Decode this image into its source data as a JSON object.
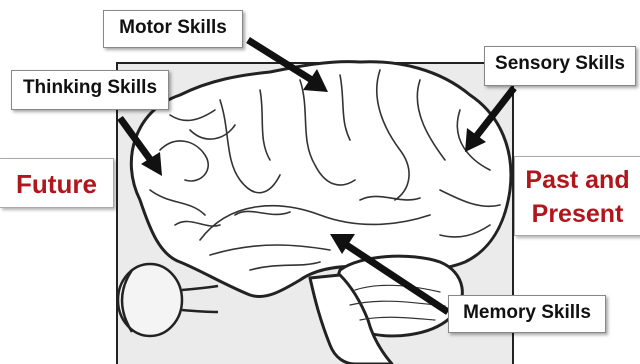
{
  "labels": {
    "motor": "Motor Skills",
    "thinking": "Thinking Skills",
    "sensory": "Sensory Skills",
    "memory": "Memory Skills"
  },
  "side": {
    "left": "Future",
    "right_line1": "Past and",
    "right_line2": "Present"
  },
  "colors": {
    "accent": "#b0161c",
    "arrow": "#111111",
    "panel": "#ebebeb"
  }
}
